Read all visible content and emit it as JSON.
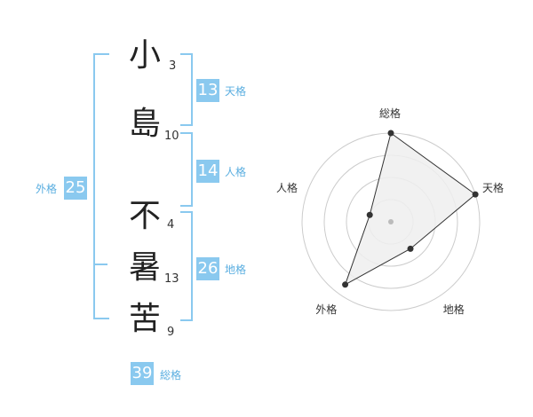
{
  "name_chars": [
    {
      "char": "小",
      "strokes": "3"
    },
    {
      "char": "島",
      "strokes": "10"
    },
    {
      "char": "不",
      "strokes": "4"
    },
    {
      "char": "暑",
      "strokes": "13"
    },
    {
      "char": "苦",
      "strokes": "9"
    }
  ],
  "fortunes": {
    "tenkaku": {
      "value": "13",
      "label": "天格"
    },
    "jinkaku": {
      "value": "14",
      "label": "人格"
    },
    "chikaku": {
      "value": "26",
      "label": "地格"
    },
    "gaikaku": {
      "value": "25",
      "label": "外格"
    },
    "soukaku": {
      "value": "39",
      "label": "総格"
    }
  },
  "colors": {
    "accent": "#8ac9ef",
    "accent_text": "#5aaee0",
    "radar_fill": "#eeeeee",
    "radar_line": "#333333",
    "ring": "#cccccc"
  },
  "chart_data": {
    "type": "radar",
    "axes": [
      "総格",
      "天格",
      "地格",
      "外格",
      "人格"
    ],
    "levels": 4,
    "values": [
      4,
      4,
      1.5,
      3.5,
      1
    ]
  }
}
